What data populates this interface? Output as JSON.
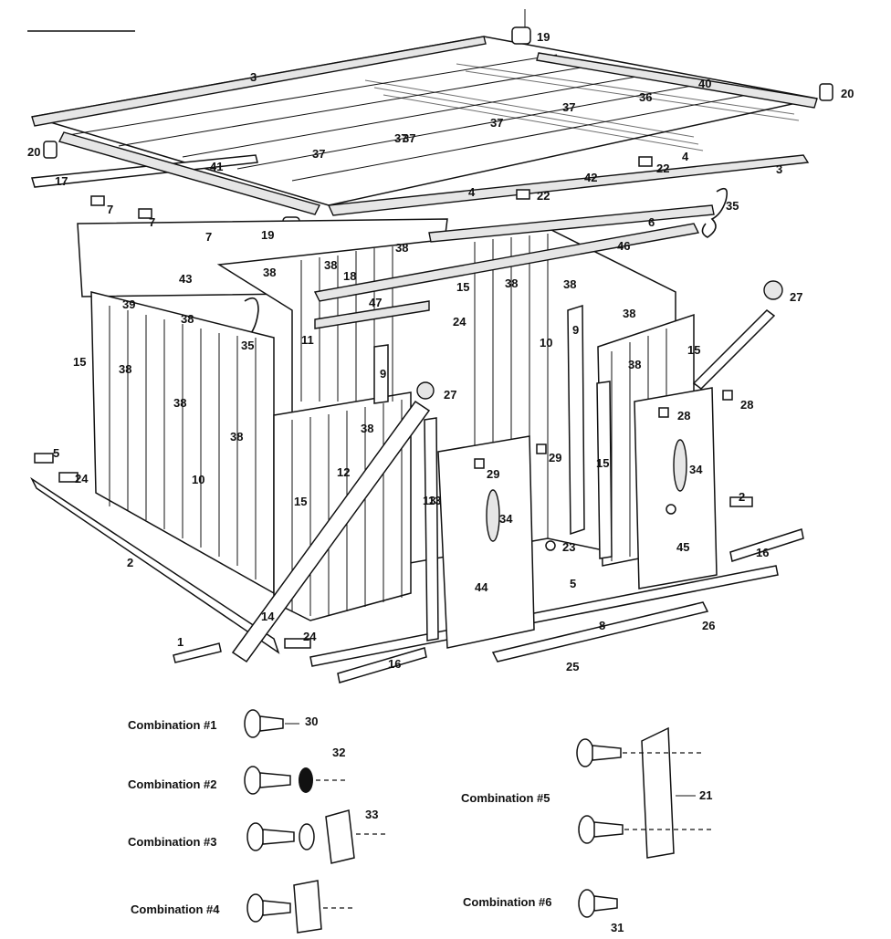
{
  "diagram": {
    "callouts": [
      "19",
      "3",
      "40",
      "20",
      "36",
      "37",
      "37",
      "37",
      "37",
      "37",
      "20",
      "4",
      "4",
      "41",
      "22",
      "22",
      "42",
      "3",
      "17",
      "7",
      "7",
      "7",
      "19",
      "35",
      "6",
      "46",
      "38",
      "38",
      "38",
      "38",
      "43",
      "18",
      "15",
      "38",
      "38",
      "27",
      "47",
      "24",
      "39",
      "9",
      "38",
      "38",
      "15",
      "10",
      "9",
      "11",
      "35",
      "38",
      "15",
      "15",
      "38",
      "38",
      "10",
      "27",
      "28",
      "28",
      "34",
      "29",
      "29",
      "13",
      "12",
      "38",
      "15",
      "5",
      "24",
      "13",
      "2",
      "16",
      "34",
      "23",
      "45",
      "2",
      "44",
      "5",
      "8",
      "26",
      "14",
      "1",
      "24",
      "16",
      "25"
    ],
    "combinations": {
      "c1": "Combination #1",
      "c2": "Combination #2",
      "c3": "Combination #3",
      "c4": "Combination #4",
      "c5": "Combination #5",
      "c6": "Combination #6"
    },
    "hardware_callouts": [
      "30",
      "32",
      "33",
      "21",
      "31"
    ]
  }
}
